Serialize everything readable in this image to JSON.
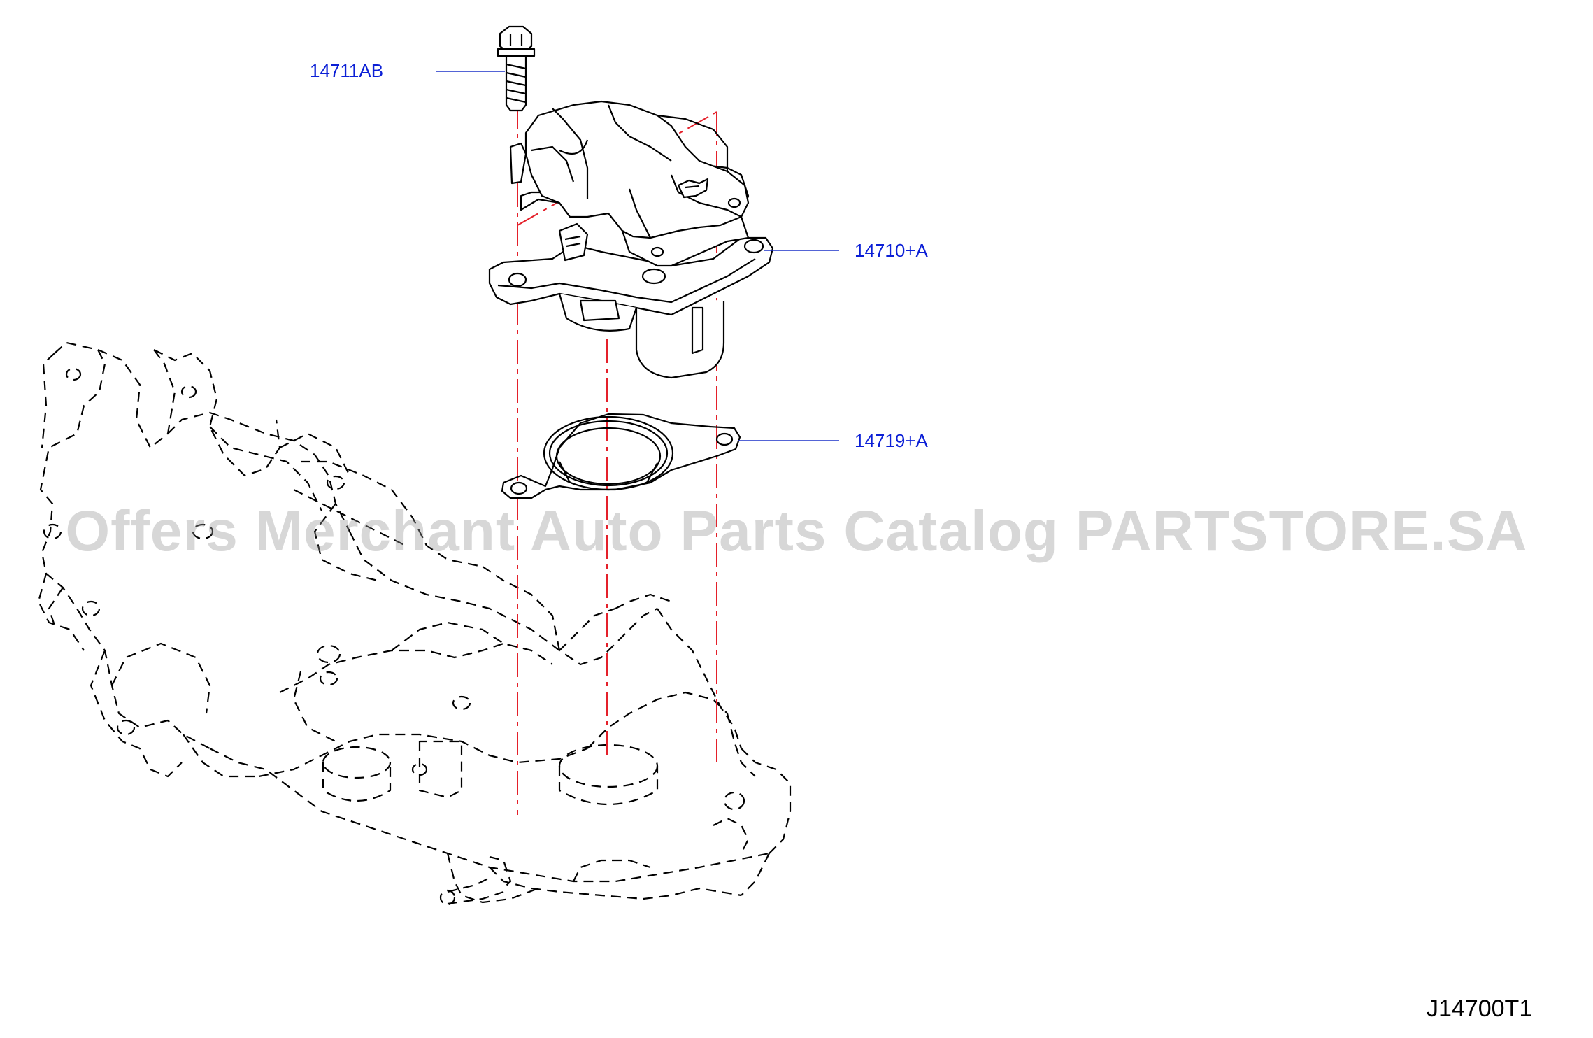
{
  "colors": {
    "callout_text": "#0b1fd6",
    "leader_line": "#1a30c8",
    "centerline": "#e4202a",
    "outline": "#000000",
    "phantom": "#000000",
    "watermark": "#969696"
  },
  "callouts": [
    {
      "id": "bolt",
      "part_number": "14711AB"
    },
    {
      "id": "valve",
      "part_number": "14710+A"
    },
    {
      "id": "gasket",
      "part_number": "14719+A"
    }
  ],
  "watermark": "Offers Merchant Auto Parts Catalog PARTSTORE.SA",
  "figure_code": "J14700T1"
}
